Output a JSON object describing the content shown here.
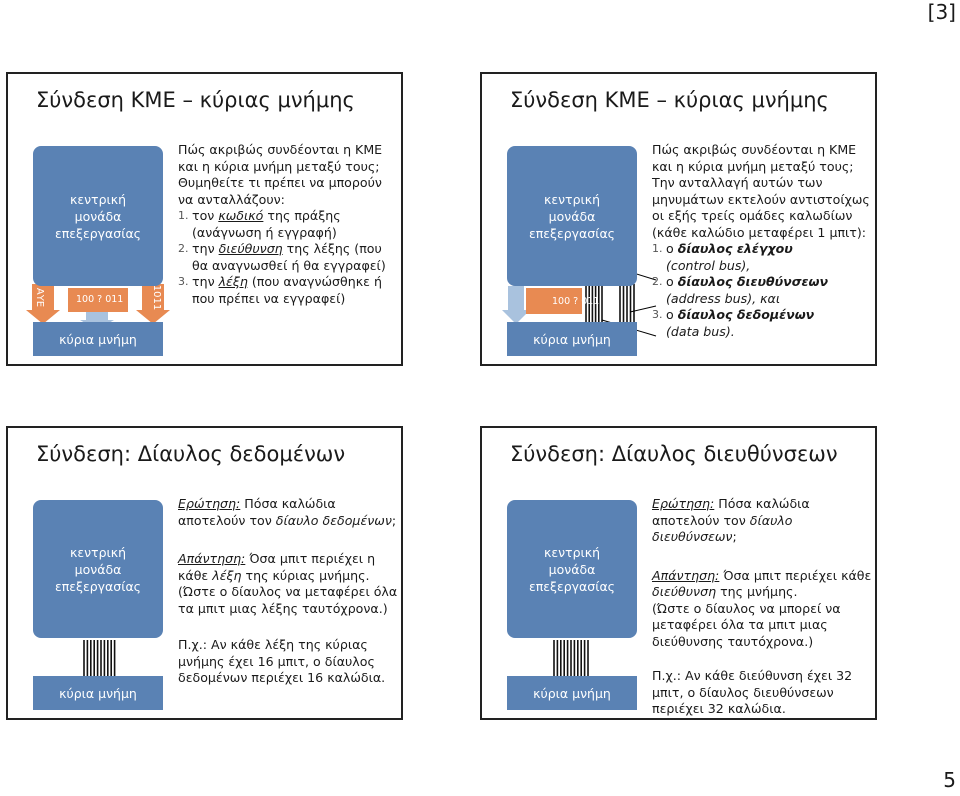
{
  "page": {
    "marker": "[3]",
    "number": "5"
  },
  "slides": [
    {
      "title": "Σύνδεση ΚΜΕ – κύριας μνήμης",
      "cpu_lines": [
        "κεντρική",
        "μονάδα",
        "επεξεργασίας"
      ],
      "memory": "κύρια μνήμη",
      "bus_left": "ΑΥΕ",
      "bus_right": "1011",
      "bus_center": "100 ? 011",
      "question": [
        "Πώς ακριβώς συνδέονται η ΚΜΕ",
        "και η κύρια μνήμη μεταξύ τους;"
      ],
      "intro": "Θυμηθείτε τι πρέπει να μπορούν να ανταλλάζουν:",
      "items": [
        {
          "num": "1.",
          "pre": "τον ",
          "em": "κωδικό",
          "post": " της πράξης (ανάγνωση ή εγγραφή)"
        },
        {
          "num": "2.",
          "pre": "την ",
          "em": "διεύθυνση",
          "post": " της λέξης (που θα αναγνωσθεί ή θα εγγραφεί)"
        },
        {
          "num": "3.",
          "pre": "την ",
          "em": "λέξη",
          "post": " (που αναγνώσθηκε ή που πρέπει να εγγραφεί)"
        }
      ]
    },
    {
      "title": "Σύνδεση ΚΜΕ – κύριας μνήμης",
      "cpu_lines": [
        "κεντρική",
        "μονάδα",
        "επεξεργασίας"
      ],
      "memory": "κύρια μνήμη",
      "bus_center": "100 ? 011",
      "question": [
        "Πώς ακριβώς συνδέονται η ΚΜΕ",
        "και η κύρια μνήμη μεταξύ τους;"
      ],
      "intro": "Την ανταλλαγή αυτών των μηνυμάτων εκτελούν αντιστοίχως οι εξής τρείς ομάδες καλωδίων (κάθε καλώδιο μεταφέρει 1 μπιτ):",
      "items": [
        {
          "num": "1.",
          "pre": "ο ",
          "bold": "δίαυλος ελέγχου",
          "post": "(control bus),"
        },
        {
          "num": "2.",
          "pre": "ο ",
          "bold": "δίαυλος διευθύνσεων",
          "post": "(address bus), και"
        },
        {
          "num": "3.",
          "pre": "ο ",
          "bold": "δίαυλος δεδομένων",
          "post": "(data bus)."
        }
      ]
    },
    {
      "title": "Σύνδεση: Δίαυλος δεδομένων",
      "cpu_lines": [
        "κεντρική",
        "μονάδα",
        "επεξεργασίας"
      ],
      "memory": "κύρια μνήμη",
      "q_label": "Ερώτηση:",
      "q_text": " Πόσα καλώδια αποτελούν τον ",
      "q_em": "δίαυλο δεδομένων",
      "q_end": ";",
      "a_label": "Απάντηση:",
      "a_text": " Όσα μπιτ περιέχει η κάθε ",
      "a_em": "λέξη",
      "a_end": " της κύριας μνήμης.",
      "a_note": "(Ώστε ο δίαυλος να μεταφέρει όλα τα μπιτ μιας λέξης ταυτόχρονα.)",
      "example": "Π.χ.: Αν κάθε λέξη της κύριας μνήμης έχει 16 μπιτ, ο δίαυλος δεδομένων περιέχει 16 καλώδια."
    },
    {
      "title": "Σύνδεση: Δίαυλος διευθύνσεων",
      "cpu_lines": [
        "κεντρική",
        "μονάδα",
        "επεξεργασίας"
      ],
      "memory": "κύρια μνήμη",
      "q_label": "Ερώτηση:",
      "q_text": " Πόσα καλώδια αποτελούν τον ",
      "q_em": "δίαυλο διευθύνσεων",
      "q_end": ";",
      "a_label": "Απάντηση:",
      "a_text": " Όσα μπιτ περιέχει κάθε ",
      "a_em": "διεύθυνση",
      "a_end": " της μνήμης.",
      "a_note": "(Ώστε ο δίαυλος να μπορεί να μεταφέρει όλα τα μπιτ μιας διεύθυνσης ταυτόχρονα.)",
      "example": "Π.χ.: Αν κάθε διεύθυνση έχει 32 μπιτ, ο δίαυλος διευθύνσεων περιέχει 32 καλώδια."
    }
  ]
}
